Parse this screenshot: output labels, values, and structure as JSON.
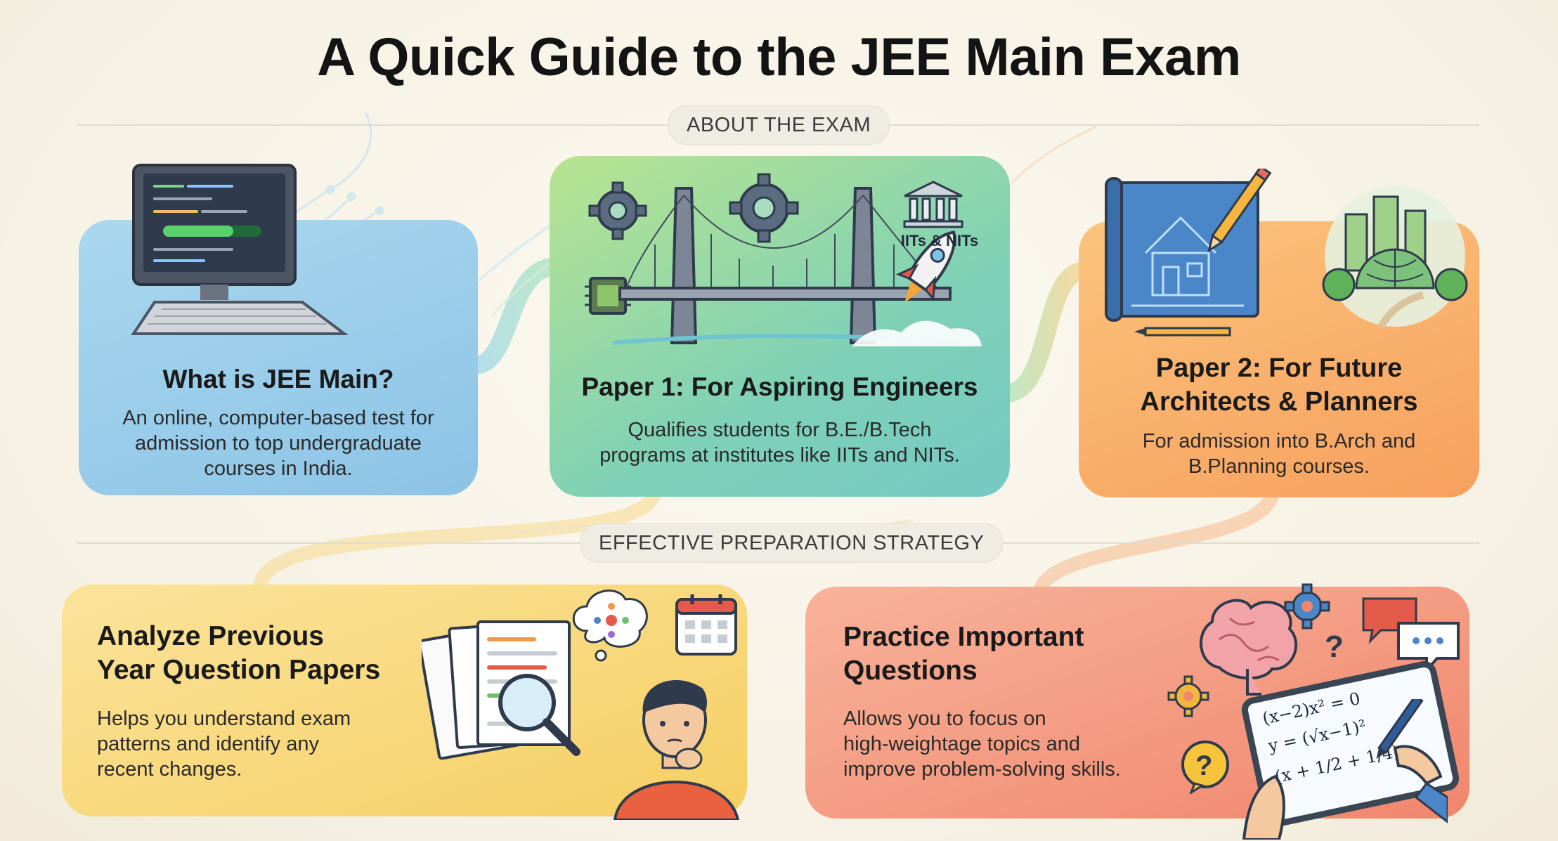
{
  "title": "A Quick Guide to the JEE Main Exam",
  "sections": {
    "about": "ABOUT THE EXAM",
    "strategy": "EFFECTIVE PREPARATION STRATEGY"
  },
  "cards": {
    "jee_main": {
      "heading": "What is JEE Main?",
      "lines": [
        "An online, computer-based test for",
        "admission to top undergraduate",
        "courses in India."
      ]
    },
    "paper1": {
      "heading": "Paper 1: For Aspiring Engineers",
      "lines": [
        "Qualifies students for B.E./B.Tech",
        "programs at institutes like IITs and NITs."
      ],
      "badge": "IITs & NITs"
    },
    "paper2": {
      "heading_lines": [
        "Paper 2: For Future",
        "Architects & Planners"
      ],
      "lines": [
        "For admission into B.Arch and",
        "B.Planning courses."
      ]
    },
    "previous": {
      "heading_lines": [
        "Analyze Previous",
        "Year Question Papers"
      ],
      "lines": [
        "Helps you understand exam",
        "patterns and identify any",
        "recent changes."
      ]
    },
    "practice": {
      "heading_lines": [
        "Practice Important",
        "Questions"
      ],
      "lines": [
        "Allows you to focus on",
        "high-weightage topics and",
        "improve problem-solving skills."
      ],
      "math": [
        "(x−2)x² = 0",
        "y = (√x−1)²",
        "(x + 1/2 + 1/4)"
      ]
    }
  },
  "icons": [
    "computer-icon",
    "gear-icon",
    "bridge-icon",
    "chip-icon",
    "rocket-icon",
    "institution-icon",
    "blueprint-icon",
    "pencil-icon",
    "city-dome-icon",
    "papers-icon",
    "magnifier-icon",
    "calendar-icon",
    "thinking-person-icon",
    "thought-bubble-icon",
    "brain-icon",
    "question-icon",
    "chat-bubble-icon",
    "tablet-math-icon",
    "hand-pen-icon"
  ],
  "colors": {
    "card_blue": "#8cc3e6",
    "card_green": "#7fd1b6",
    "card_orange": "#f7a05e",
    "card_yellow": "#f6cf63",
    "card_coral": "#f0866d"
  }
}
